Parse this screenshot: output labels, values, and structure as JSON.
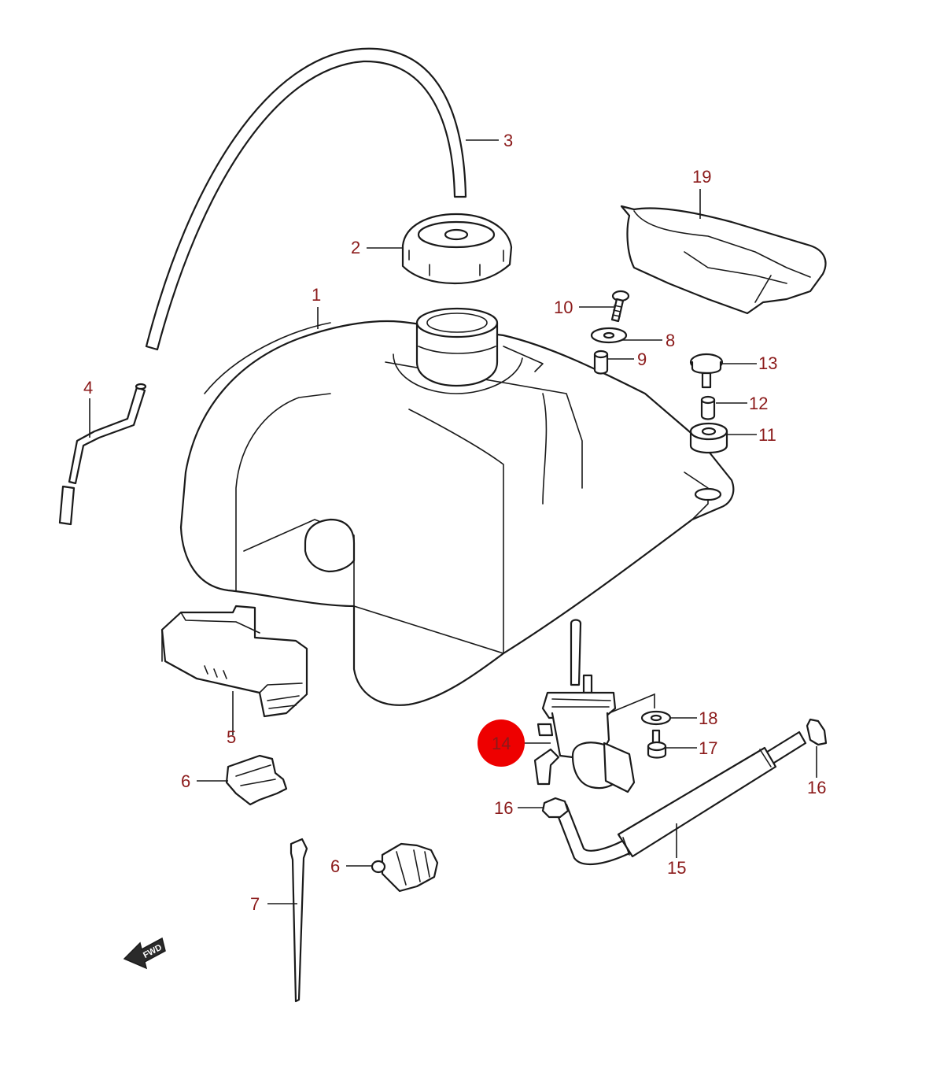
{
  "callouts": [
    {
      "id": "c1",
      "label": "1"
    },
    {
      "id": "c2",
      "label": "2"
    },
    {
      "id": "c3",
      "label": "3"
    },
    {
      "id": "c4",
      "label": "4"
    },
    {
      "id": "c5",
      "label": "5"
    },
    {
      "id": "c6a",
      "label": "6"
    },
    {
      "id": "c6b",
      "label": "6"
    },
    {
      "id": "c7",
      "label": "7"
    },
    {
      "id": "c8",
      "label": "8"
    },
    {
      "id": "c9",
      "label": "9"
    },
    {
      "id": "c10",
      "label": "10"
    },
    {
      "id": "c11",
      "label": "11"
    },
    {
      "id": "c12",
      "label": "12"
    },
    {
      "id": "c13",
      "label": "13"
    },
    {
      "id": "c14",
      "label": "14"
    },
    {
      "id": "c15",
      "label": "15"
    },
    {
      "id": "c16a",
      "label": "16"
    },
    {
      "id": "c16b",
      "label": "16"
    },
    {
      "id": "c17",
      "label": "17"
    },
    {
      "id": "c18",
      "label": "18"
    },
    {
      "id": "c19",
      "label": "19"
    }
  ],
  "fwd_arrow": {
    "label": "FWD"
  },
  "highlight": {
    "part": "14",
    "color": "#ee0000"
  },
  "colors": {
    "callout_text": "#8b1a1a",
    "line": "#1a1a1a",
    "background": "#ffffff"
  }
}
